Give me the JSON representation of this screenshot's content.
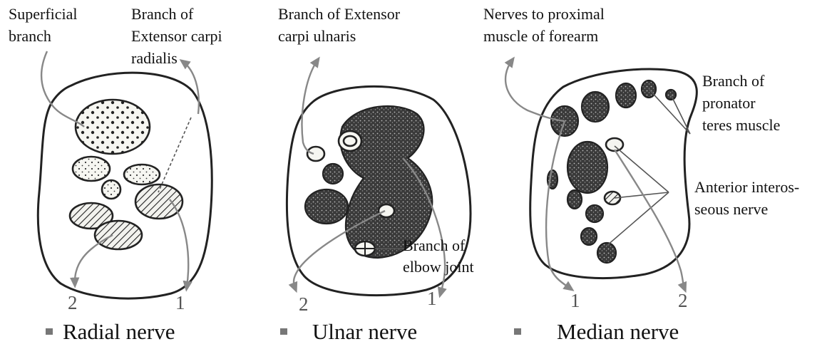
{
  "panels": [
    {
      "id": "radial",
      "caption": "Radial nerve",
      "labels": {
        "superficial": [
          "Superficial",
          "branch"
        ],
        "extensor_radialis": [
          "Branch of",
          "Extensor carpi",
          "radialis"
        ]
      },
      "numbers": [
        "2",
        "1"
      ]
    },
    {
      "id": "ulnar",
      "caption": "Ulnar nerve",
      "labels": {
        "extensor_ulnaris": [
          "Branch of Extensor",
          "carpi ulnaris"
        ],
        "elbow": [
          "Branch of",
          "elbow joint"
        ]
      },
      "numbers": [
        "2",
        "1"
      ]
    },
    {
      "id": "median",
      "caption": "Median nerve",
      "labels": {
        "proximal": [
          "Nerves to proximal",
          "muscle of forearm"
        ],
        "pronator": [
          "Branch of",
          "pronator",
          "teres muscle"
        ],
        "interosseous": [
          "Anterior interos-",
          "seous nerve"
        ]
      },
      "numbers": [
        "1",
        "2"
      ]
    }
  ],
  "colors": {
    "outline": "#222222",
    "leader": "#888888",
    "bullet": "#777777"
  }
}
